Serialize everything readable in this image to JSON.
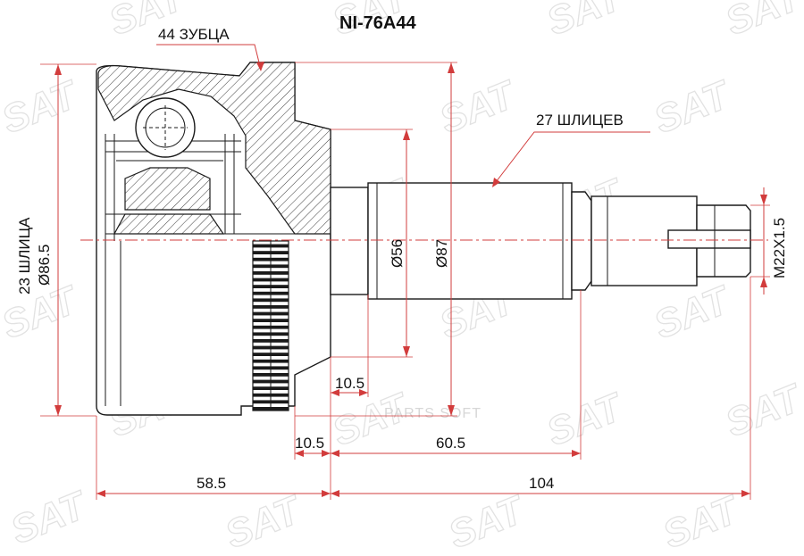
{
  "part_number": "NI-76A44",
  "labels": {
    "abs_teeth": "44 ЗУБЦА",
    "outer_splines": "27 ШЛИЦЕВ",
    "inner_splines": "23 ШЛИЦА",
    "inner_diameter": "Ø86.5",
    "thread": "M22X1.5",
    "dia_56": "Ø56",
    "dia_87": "Ø87"
  },
  "dimensions": {
    "upper_10_5": "10.5",
    "lower_10_5": "10.5",
    "d_60_5": "60.5",
    "d_58_5": "58.5",
    "d_104": "104"
  },
  "watermark": {
    "parts_soft": "PARTS SOFT",
    "brand": "SAT",
    "reg_symbol": "®"
  },
  "colors": {
    "dimension": "#d23c3c",
    "outline": "#1a1a1a",
    "watermark": "#e2e2e2"
  }
}
